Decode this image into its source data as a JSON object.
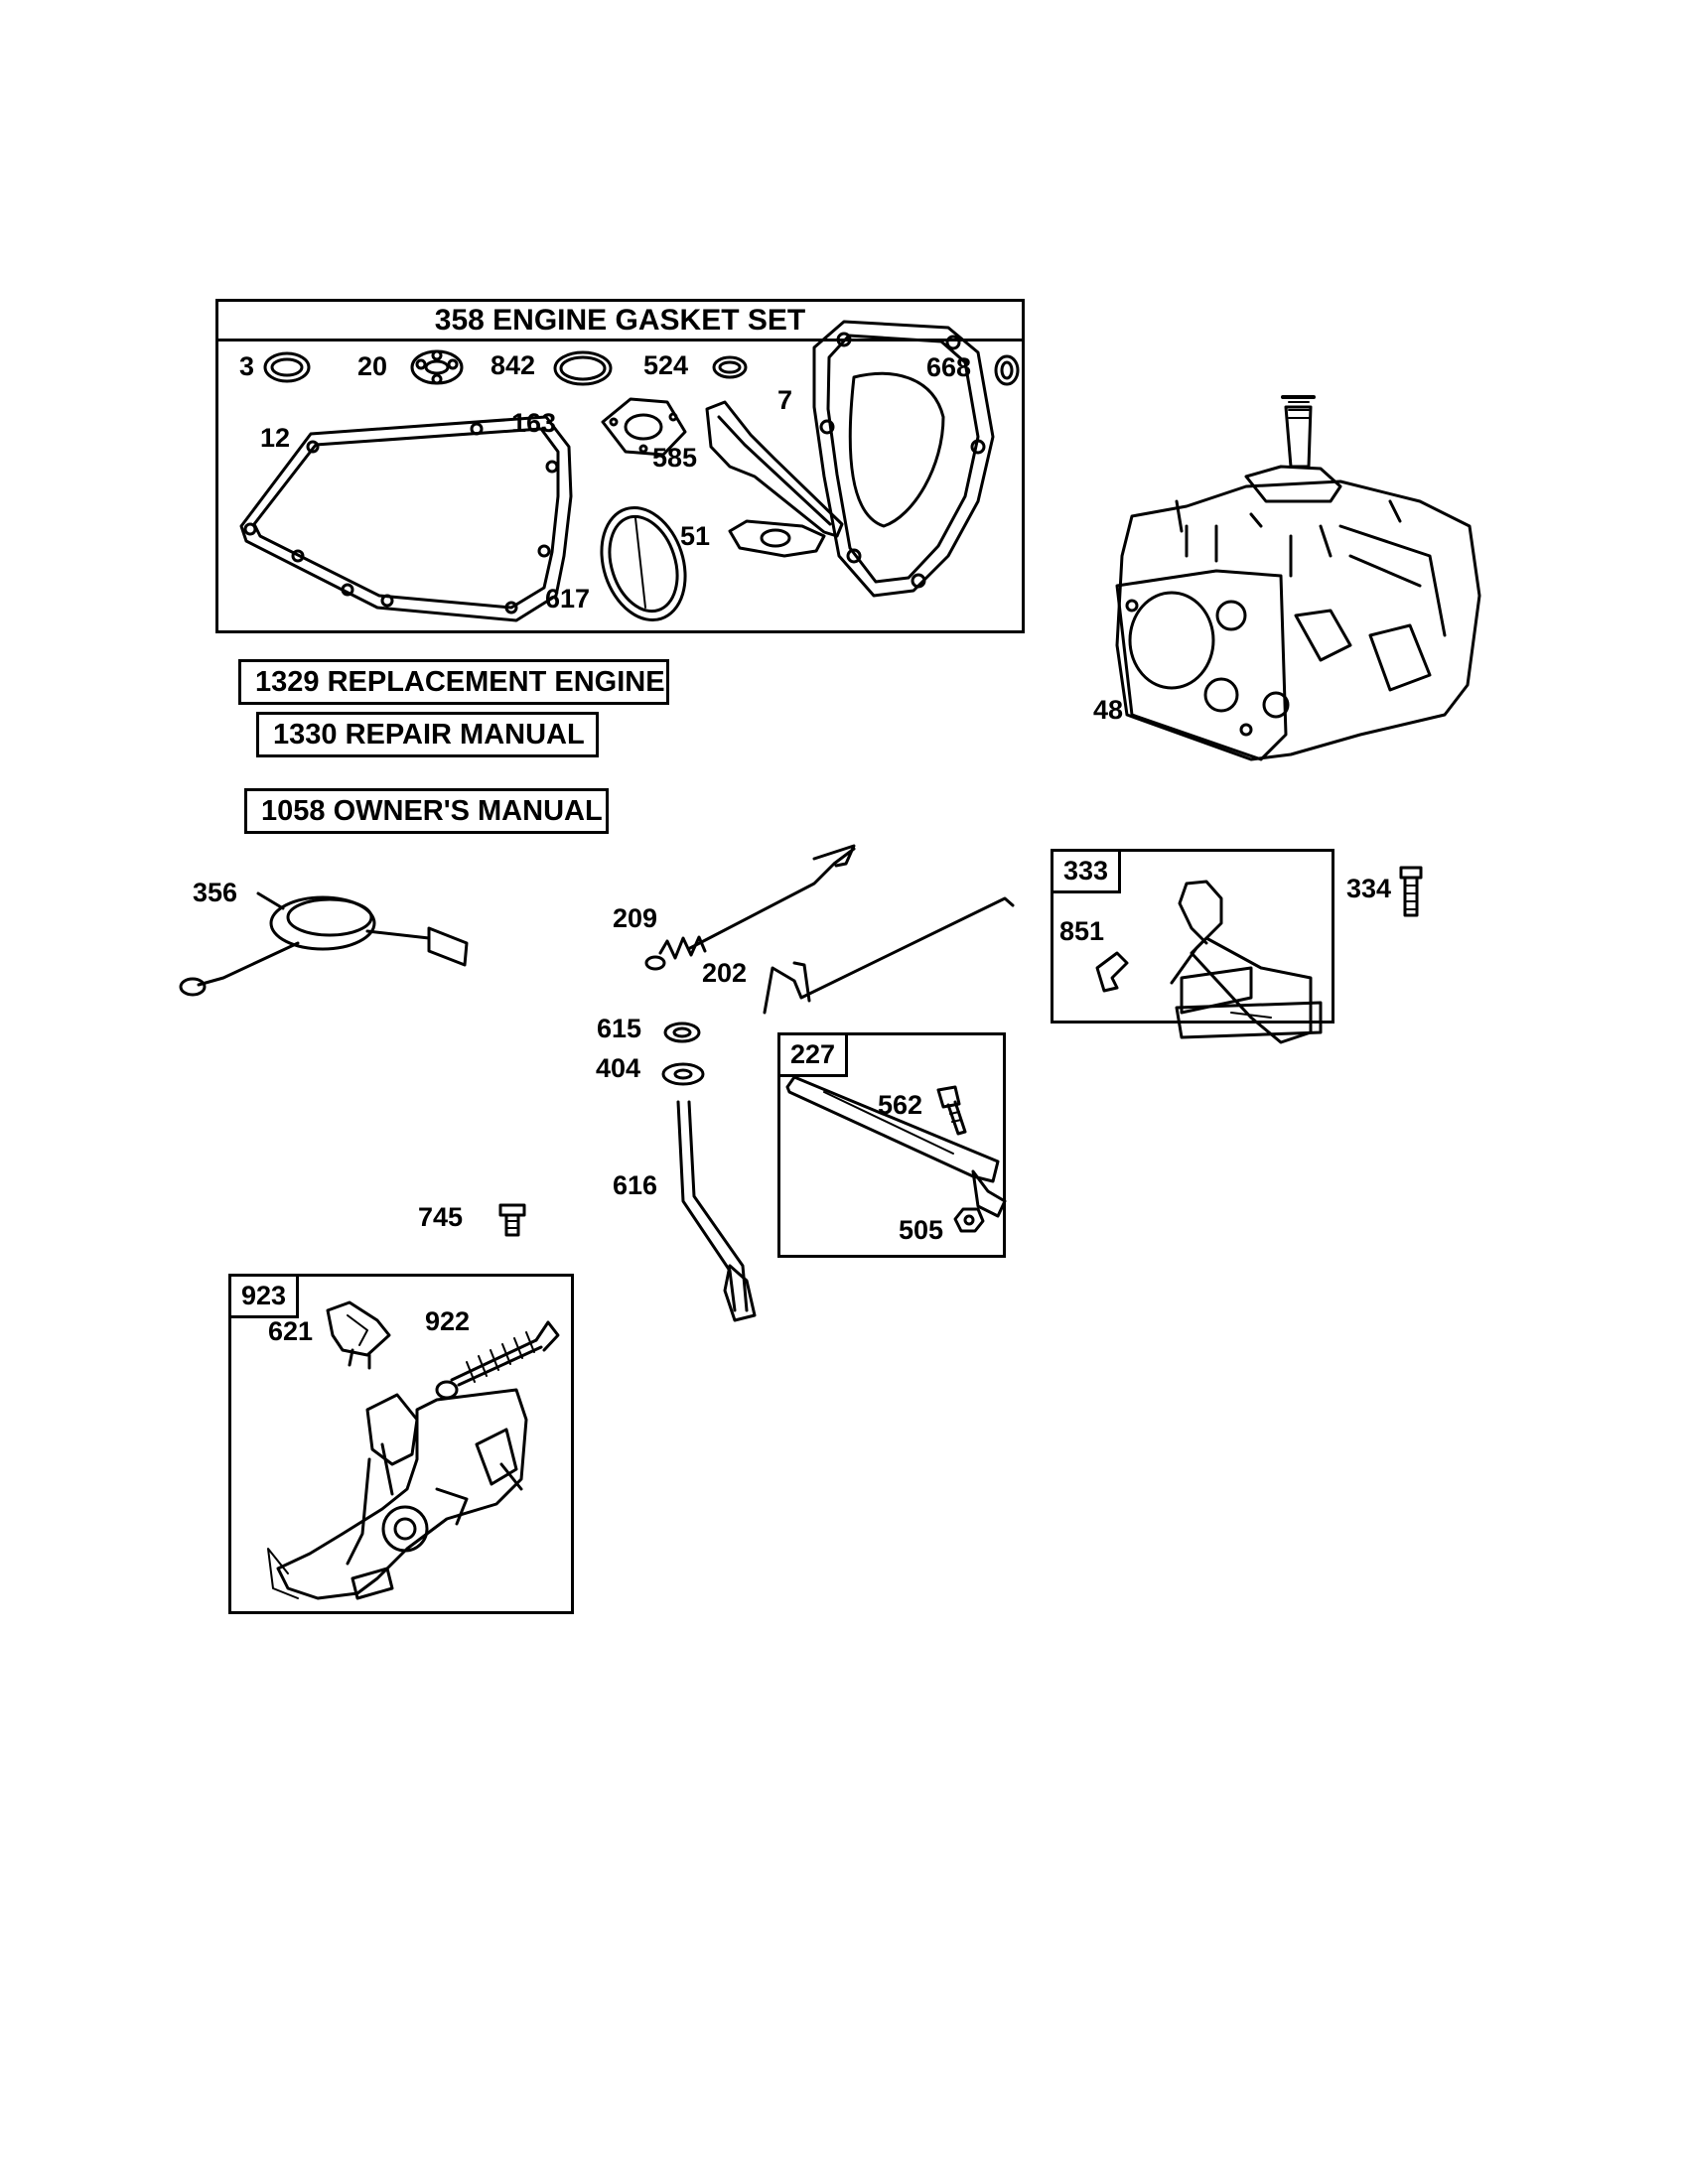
{
  "gasket_set": {
    "title": "358 ENGINE GASKET SET"
  },
  "info_labels": {
    "replacement_engine": "1329 REPLACEMENT ENGINE",
    "repair_manual": "1330 REPAIR MANUAL",
    "owners_manual": "1058 OWNER'S MANUAL"
  },
  "kits": {
    "k333": "333",
    "k227": "227",
    "k923": "923"
  },
  "parts": {
    "p3": "3",
    "p20": "20",
    "p842": "842",
    "p524": "524",
    "p7": "7",
    "p668": "668",
    "p12": "12",
    "p163": "163",
    "p585": "585",
    "p51": "51",
    "p617": "617",
    "p48": "48",
    "p356": "356",
    "p209": "209",
    "p202": "202",
    "p334": "334",
    "p851": "851",
    "p615": "615",
    "p404": "404",
    "p562": "562",
    "p616": "616",
    "p505": "505",
    "p745": "745",
    "p621": "621",
    "p922": "922"
  }
}
